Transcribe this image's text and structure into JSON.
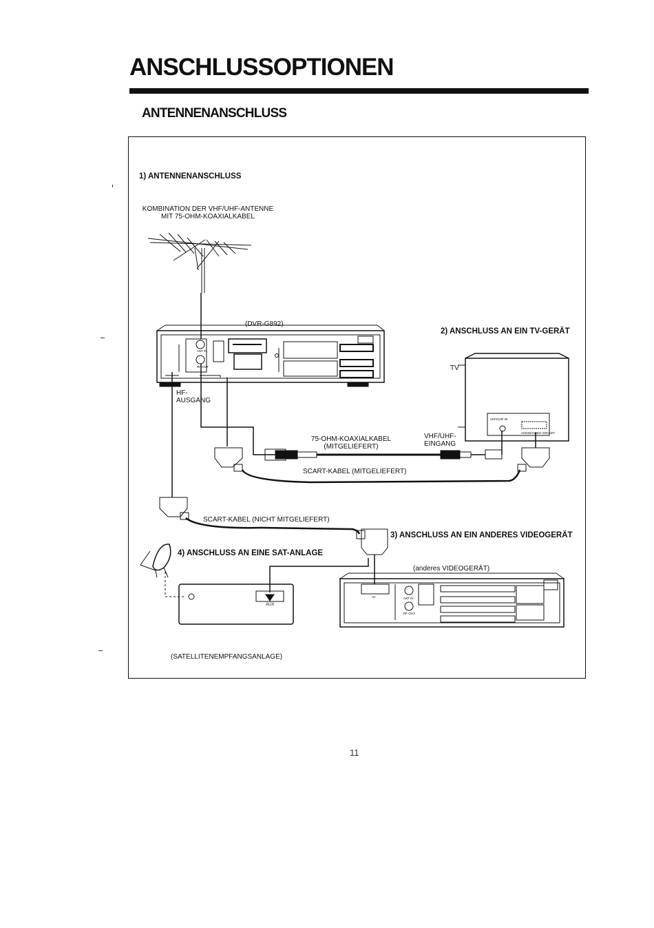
{
  "page": {
    "title": "ANSCHLUSSOPTIONEN",
    "section_heading": "ANTENNENANSCHLUSS",
    "page_number": "11"
  },
  "diagram": {
    "step1_heading": "1) ANTENNENANSCHLUSS",
    "antenna_caption_line1": "KOMBINATION DER VHF/UHF-ANTENNE",
    "antenna_caption_line2": "MIT 75-OHM-KOAXIALKABEL",
    "device_model": "(DVR-G892)",
    "hf_output_line1": "HF-",
    "hf_output_line2": "AUSGANG",
    "step2_heading": "2) ANSCHLUSS AN EIN TV-GERÄT",
    "tv_label": "TV",
    "coax_cable_line1": "75-OHM-KOAXIALKABEL",
    "coax_cable_line2": "(MITGELIEFERT)",
    "vhf_input_line1": "VHF/UHF-",
    "vhf_input_line2": "EINGANG",
    "scart_supplied": "SCART-KABEL (MITGELIEFERT)",
    "scart_not_supplied": "SCART-KABEL (NICHT MITGELIEFERT)",
    "step3_heading": "3) ANSCHLUSS AN EIN ANDERES VIDEOGERÄT",
    "step4_heading": "4) ANSCHLUSS AN EINE SAT-ANLAGE",
    "other_video_device": "(anderes VIDEOGERÄT)",
    "aux_label": "AUX",
    "satellite_receiver": "(SATELLITENEMPFANGSANLAGE)",
    "tv_jack_vhf_uhf_in": "VHF/UHF IN",
    "tv_jack_audio_video_socket": "AUDIO/VIDEO SOCKET",
    "dvr_jack_ant_in": "ANT IN",
    "dvr_jack_rf_out": "RF OUT",
    "vcr_jack_ant_in": "ANT IN",
    "vcr_jack_rf_out": "RF OUT",
    "vcr_jack_av": "AV"
  },
  "colors": {
    "ink": "#111111",
    "paper": "#ffffff"
  },
  "icons": [
    "antenna-icon",
    "satellite-dish-icon",
    "scart-plug-icon",
    "coax-plug-icon"
  ]
}
